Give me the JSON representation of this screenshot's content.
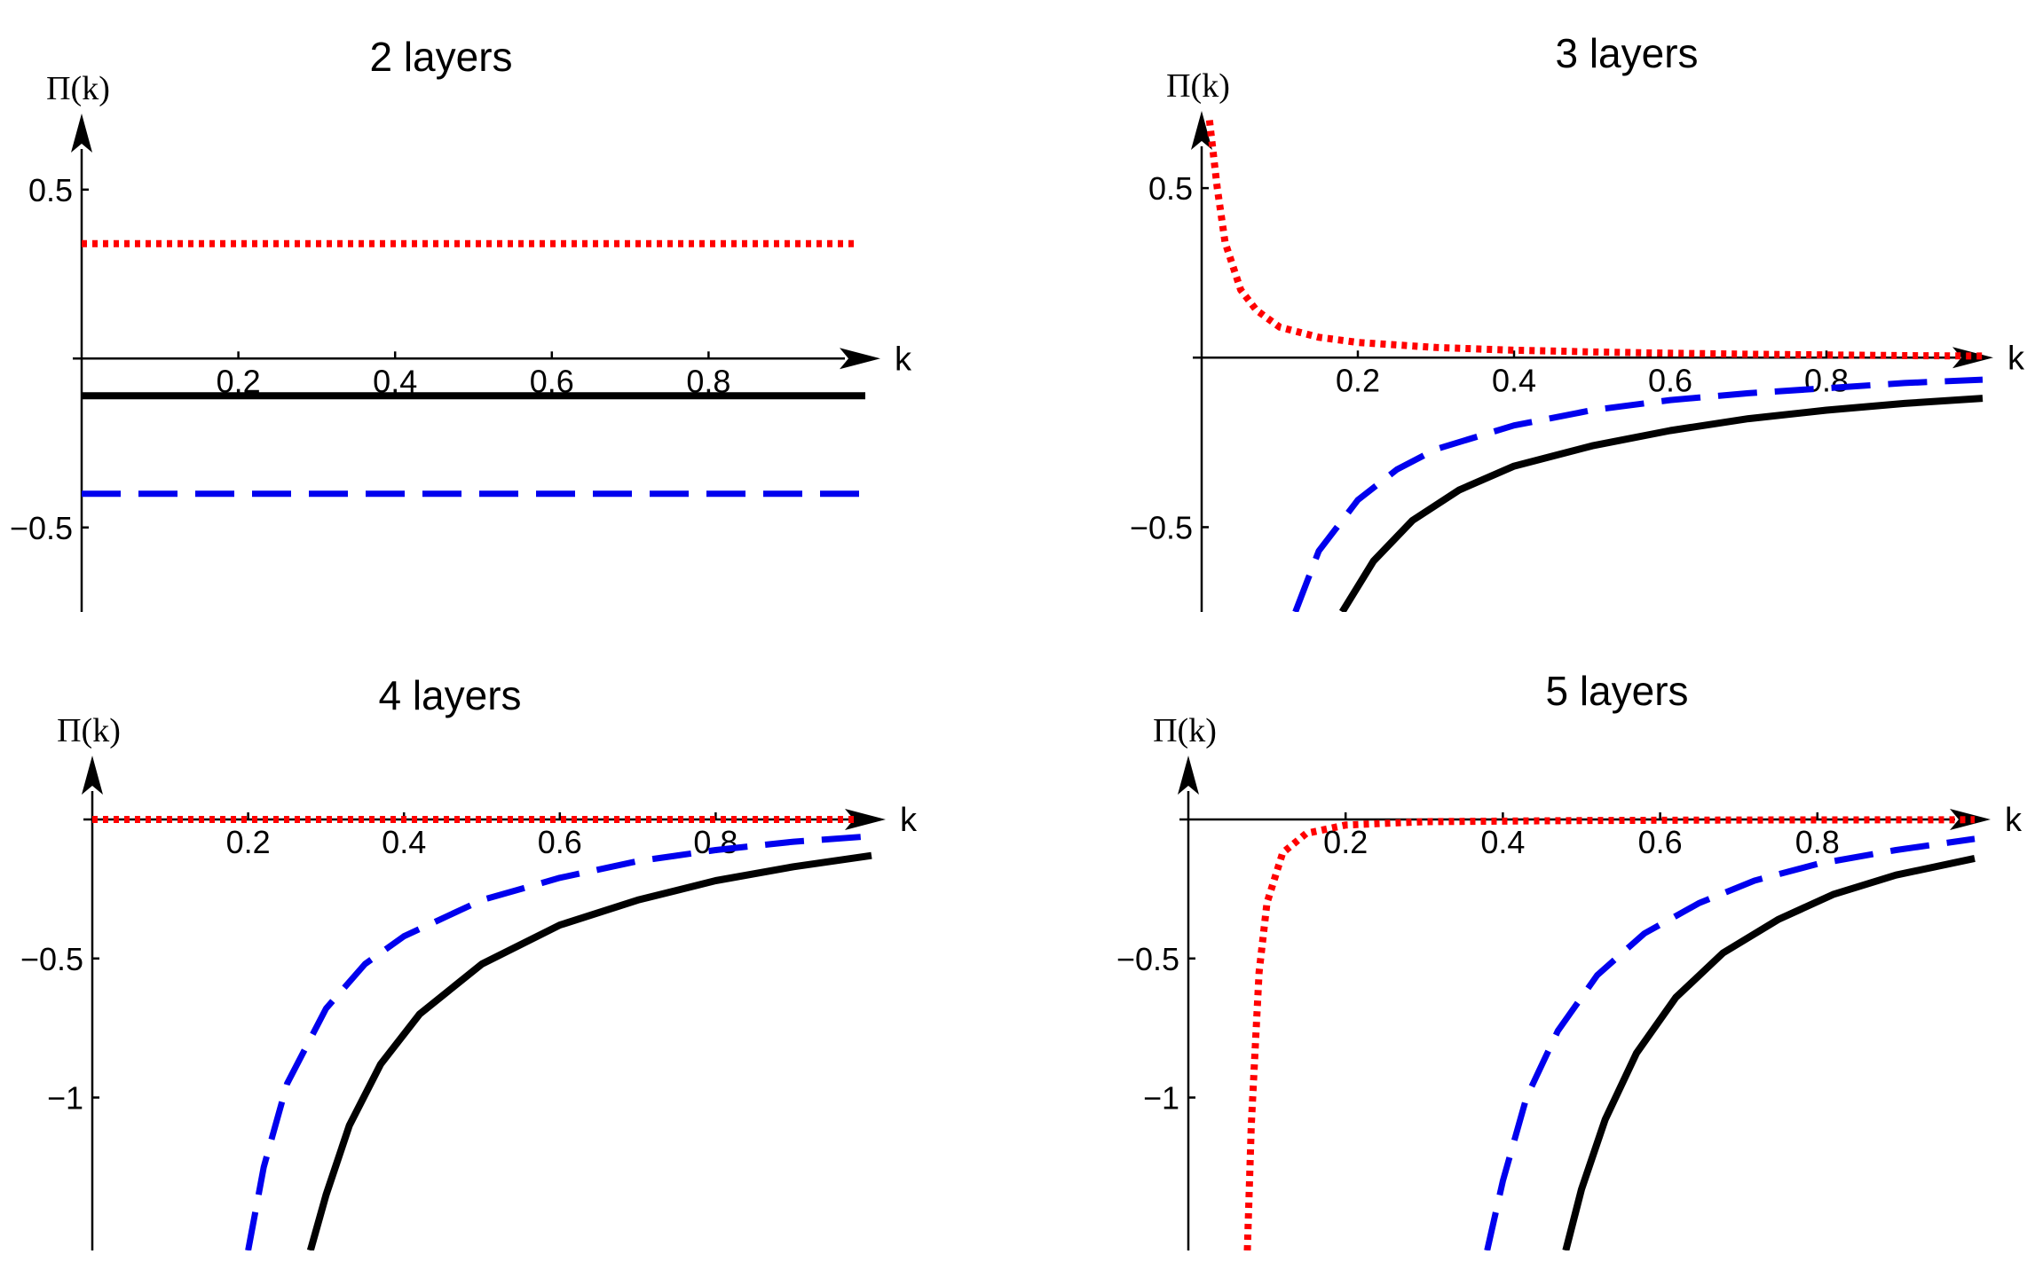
{
  "chart_data": [
    {
      "type": "line",
      "title": "2 layers",
      "xlabel": "k",
      "ylabel": "Π(k)",
      "xlim": [
        0,
        1.0
      ],
      "ylim": [
        -0.75,
        0.72
      ],
      "xticks": [
        0.2,
        0.4,
        0.6,
        0.8
      ],
      "xtick_labels": [
        "0.2",
        "0.4",
        "0.6",
        "0.8"
      ],
      "yticks": [
        0.5,
        -0.5
      ],
      "ytick_labels": [
        "0.5",
        "−0.5"
      ],
      "series": [
        {
          "style": "dotted",
          "color": "#ff0000",
          "x": [
            0.0,
            0.99
          ],
          "y": [
            0.34,
            0.34
          ]
        },
        {
          "style": "solid",
          "color": "#000000",
          "x": [
            0.0,
            1.0
          ],
          "y": [
            -0.11,
            -0.11
          ]
        },
        {
          "style": "dashed",
          "color": "#0000ee",
          "x": [
            0.0,
            1.0
          ],
          "y": [
            -0.4,
            -0.4
          ]
        }
      ]
    },
    {
      "type": "line",
      "title": "3 layers",
      "xlabel": "k",
      "ylabel": "Π(k)",
      "xlim": [
        0,
        1.0
      ],
      "ylim": [
        -0.75,
        0.72
      ],
      "xticks": [
        0.2,
        0.4,
        0.6,
        0.8
      ],
      "xtick_labels": [
        "0.2",
        "0.4",
        "0.6",
        "0.8"
      ],
      "yticks": [
        0.5,
        -0.5
      ],
      "ytick_labels": [
        "0.5",
        "−0.5"
      ],
      "series": [
        {
          "style": "dotted",
          "color": "#ff0000",
          "x": [
            0.01,
            0.02,
            0.03,
            0.05,
            0.07,
            0.1,
            0.15,
            0.2,
            0.3,
            0.4,
            0.5,
            0.6,
            0.7,
            0.8,
            0.9,
            1.0
          ],
          "y": [
            0.7,
            0.5,
            0.34,
            0.2,
            0.14,
            0.09,
            0.06,
            0.045,
            0.03,
            0.022,
            0.017,
            0.013,
            0.01,
            0.008,
            0.006,
            0.005
          ]
        },
        {
          "style": "dashed",
          "color": "#0000ee",
          "x": [
            0.12,
            0.15,
            0.2,
            0.25,
            0.3,
            0.4,
            0.5,
            0.6,
            0.7,
            0.8,
            0.9,
            1.0
          ],
          "y": [
            -0.75,
            -0.57,
            -0.42,
            -0.33,
            -0.27,
            -0.2,
            -0.155,
            -0.125,
            -0.105,
            -0.09,
            -0.075,
            -0.065
          ]
        },
        {
          "style": "solid",
          "color": "#000000",
          "x": [
            0.18,
            0.22,
            0.27,
            0.33,
            0.4,
            0.5,
            0.6,
            0.7,
            0.8,
            0.9,
            1.0
          ],
          "y": [
            -0.75,
            -0.6,
            -0.48,
            -0.39,
            -0.32,
            -0.26,
            -0.215,
            -0.18,
            -0.155,
            -0.135,
            -0.12
          ]
        }
      ]
    },
    {
      "type": "line",
      "title": "4 layers",
      "xlabel": "k",
      "ylabel": "Π(k)",
      "xlim": [
        0,
        1.0
      ],
      "ylim": [
        -1.55,
        0.22
      ],
      "xticks": [
        0.2,
        0.4,
        0.6,
        0.8
      ],
      "xtick_labels": [
        "0.2",
        "0.4",
        "0.6",
        "0.8"
      ],
      "yticks": [
        -0.5,
        -1
      ],
      "ytick_labels": [
        "−0.5",
        "−1"
      ],
      "series": [
        {
          "style": "dotted",
          "color": "#ff0000",
          "x": [
            0.0,
            0.98
          ],
          "y": [
            0.0,
            0.0
          ]
        },
        {
          "style": "dashed",
          "color": "#0000ee",
          "x": [
            0.2,
            0.22,
            0.25,
            0.3,
            0.35,
            0.4,
            0.5,
            0.6,
            0.7,
            0.8,
            0.9,
            1.0
          ],
          "y": [
            -1.55,
            -1.25,
            -0.95,
            -0.68,
            -0.52,
            -0.42,
            -0.29,
            -0.21,
            -0.15,
            -0.11,
            -0.08,
            -0.06
          ]
        },
        {
          "style": "solid",
          "color": "#000000",
          "x": [
            0.28,
            0.3,
            0.33,
            0.37,
            0.42,
            0.5,
            0.6,
            0.7,
            0.8,
            0.9,
            1.0
          ],
          "y": [
            -1.55,
            -1.35,
            -1.1,
            -0.88,
            -0.7,
            -0.52,
            -0.38,
            -0.29,
            -0.22,
            -0.17,
            -0.13
          ]
        }
      ]
    },
    {
      "type": "line",
      "title": "5 layers",
      "xlabel": "k",
      "ylabel": "Π(k)",
      "xlim": [
        0,
        1.0
      ],
      "ylim": [
        -1.55,
        0.22
      ],
      "xticks": [
        0.2,
        0.4,
        0.6,
        0.8
      ],
      "xtick_labels": [
        "0.2",
        "0.4",
        "0.6",
        "0.8"
      ],
      "yticks": [
        -0.5,
        -1
      ],
      "ytick_labels": [
        "−0.5",
        "−1"
      ],
      "series": [
        {
          "style": "dotted",
          "color": "#ff0000",
          "x": [
            0.075,
            0.08,
            0.09,
            0.1,
            0.12,
            0.15,
            0.2,
            0.3,
            0.5,
            0.7,
            1.0
          ],
          "y": [
            -1.55,
            -1.1,
            -0.55,
            -0.3,
            -0.12,
            -0.05,
            -0.02,
            -0.008,
            -0.004,
            -0.002,
            -0.001
          ]
        },
        {
          "style": "dashed",
          "color": "#0000ee",
          "x": [
            0.38,
            0.4,
            0.43,
            0.47,
            0.52,
            0.58,
            0.65,
            0.72,
            0.8,
            0.9,
            1.0
          ],
          "y": [
            -1.55,
            -1.3,
            -1.0,
            -0.76,
            -0.56,
            -0.41,
            -0.3,
            -0.22,
            -0.16,
            -0.11,
            -0.07
          ]
        },
        {
          "style": "solid",
          "color": "#000000",
          "x": [
            0.48,
            0.5,
            0.53,
            0.57,
            0.62,
            0.68,
            0.75,
            0.82,
            0.9,
            1.0
          ],
          "y": [
            -1.55,
            -1.33,
            -1.08,
            -0.84,
            -0.64,
            -0.48,
            -0.36,
            -0.27,
            -0.2,
            -0.14
          ]
        }
      ]
    }
  ]
}
